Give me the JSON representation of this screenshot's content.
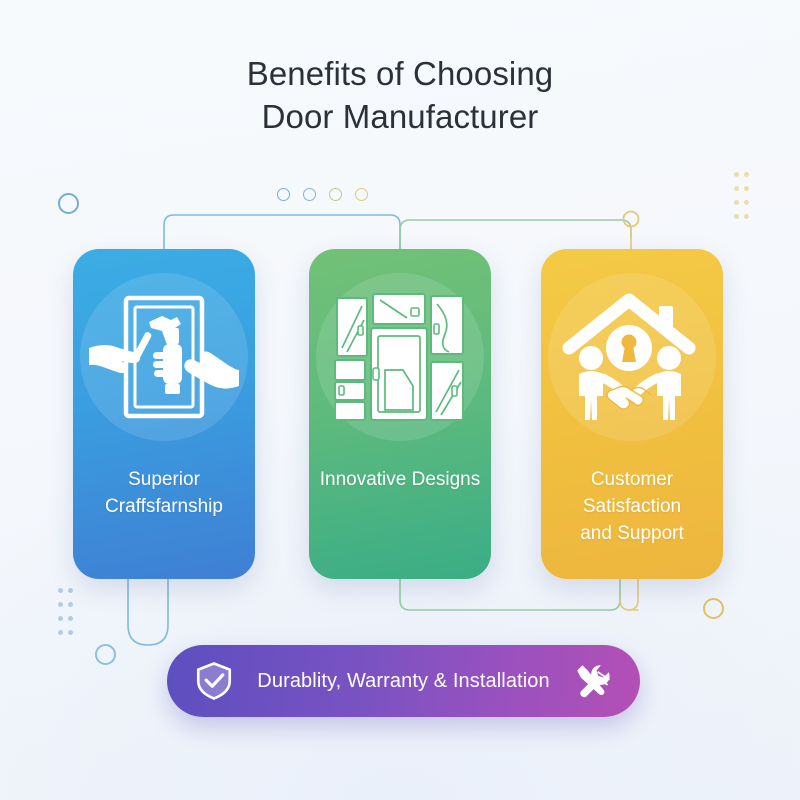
{
  "poster": {
    "title_lines": [
      "Benefits of Choosing",
      "Door Manufacturer"
    ],
    "background_color": "#f5f8fc",
    "title_color": "#2c3038"
  },
  "cards": [
    {
      "id": "superior-craftsmanship",
      "label_lines": [
        "Superior",
        "Craffsfarnship"
      ],
      "icon": "hands-hammer-chisel-door-panel-icon",
      "color_start": "#3bade5",
      "color_end": "#3f7fd3",
      "accent": "#3ba6e2"
    },
    {
      "id": "innovative-designs",
      "label_lines": [
        "Innovative Designs"
      ],
      "icon": "door-designs-collage-icon",
      "color_start": "#72c177",
      "color_end": "#3aad86",
      "accent": "#63bb79"
    },
    {
      "id": "customer-satisfaction-and-support",
      "label_lines": [
        "Customer",
        "Satisfaction",
        "and Support"
      ],
      "icon": "handshake-house-keyhole-icon",
      "color_start": "#f4ca45",
      "color_end": "#edb63f",
      "accent": "#efc242"
    }
  ],
  "banner": {
    "text": "Durablity, Warranty & Installation",
    "left_icon": "shield-check-icon",
    "right_icon": "wrench-screwdriver-icon",
    "color_start": "#5d4fc0",
    "color_end": "#b44fb5"
  },
  "decorations": {
    "mini_rings": [
      {
        "name": "mini-ring-1",
        "color": "#74b0d6"
      },
      {
        "name": "mini-ring-2",
        "color": "#7bb9cf"
      },
      {
        "name": "mini-ring-3",
        "color": "#c9c67f"
      },
      {
        "name": "mini-ring-4",
        "color": "#dfcc72"
      }
    ],
    "dot_grid_top_right_color": "#e8d9a2",
    "dot_grid_bottom_left_color": "#a7c6e2",
    "ring_left_top_color": "#72aed2",
    "ring_left_bottom_color": "#8cc0de",
    "ring_right_bottom_color": "#e8bf5c",
    "connector_colors": {
      "blue": "#7fb9dd",
      "green": "#95cda0",
      "yellow": "#e6c878"
    }
  }
}
